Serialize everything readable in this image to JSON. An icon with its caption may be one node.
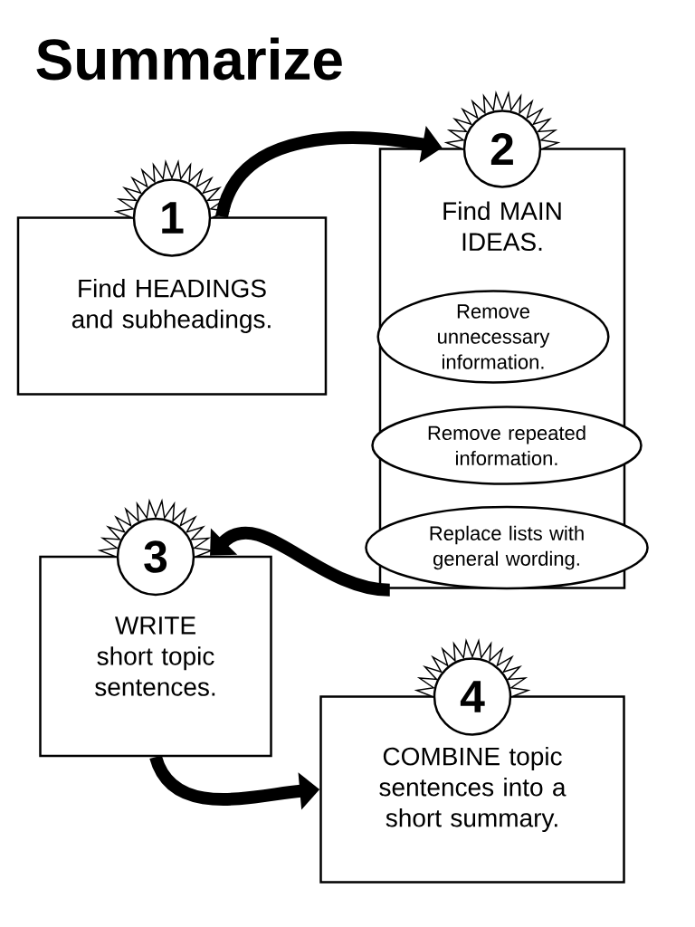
{
  "diagram": {
    "title": "Summarize",
    "nodes": [
      {
        "text": [
          "1",
          "Find HEADINGS and subheadings."
        ]
      },
      {
        "text": [
          "2",
          "Find MAIN IDEAS."
        ]
      },
      {
        "text": [
          "Remove unnecessary information."
        ],
        "in": 1
      },
      {
        "text": [
          "Remove repeated information."
        ],
        "in": 1
      },
      {
        "text": [
          "Replace lists with general wording."
        ],
        "in": 1
      },
      {
        "text": [
          "3",
          "WRITE short topic sentences."
        ]
      },
      {
        "text": [
          "4",
          "COMBINE topic sentences into a short summary."
        ]
      }
    ],
    "edges": [
      {
        "from": 0,
        "to": 1,
        "arrow": "to"
      },
      {
        "from": 1,
        "to": 5,
        "arrow": "to"
      },
      {
        "from": 5,
        "to": 6,
        "arrow": "to"
      }
    ]
  }
}
